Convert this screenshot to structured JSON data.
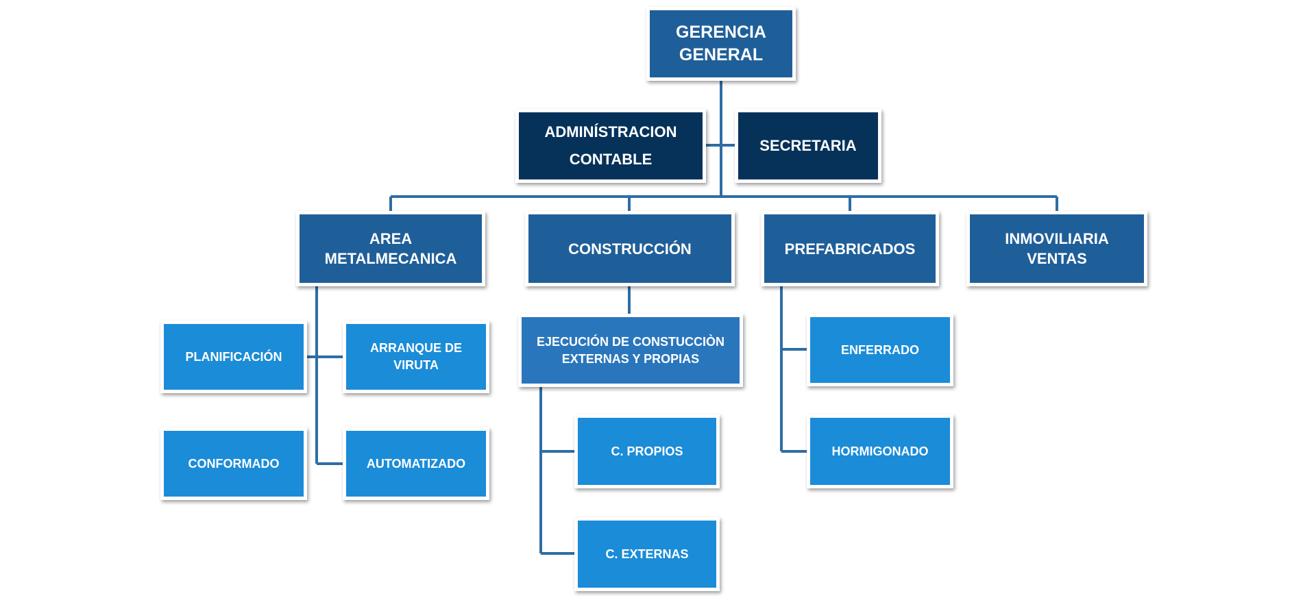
{
  "org_chart": {
    "gerencia_general": "GERENCIA GENERAL",
    "administracion_contable": "ADMINÍSTRACION CONTABLE",
    "secretaria": "SECRETARIA",
    "area_metalmecanica": "AREA METALMECANICA",
    "construccion": "CONSTRUCCIÓN",
    "prefabricados": "PREFABRICADOS",
    "inmoviliaria_ventas": "INMOVILIARIA VENTAS",
    "planificacion": "PLANIFICACIÓN",
    "arranque_de_viruta": "ARRANQUE DE VIRUTA",
    "conformado": "CONFORMADO",
    "automatizado": "AUTOMATIZADO",
    "ejecucion_construccion": "EJECUCIÓN DE CONSTUCCIÒN EXTERNAS Y PROPIAS",
    "c_propios": "C. PROPIOS",
    "c_externas": "C. EXTERNAS",
    "enferrado": "ENFERRADO",
    "hormigonado": "HORMIGONADO"
  },
  "colors": {
    "connector": "#2e6da4",
    "top_node": "#1f5f99",
    "staff_node": "#06325a",
    "department_node": "#1f5f99",
    "process_node": "#2a76bd",
    "unit_node": "#1a8cd8",
    "node_text": "#ffffff"
  }
}
